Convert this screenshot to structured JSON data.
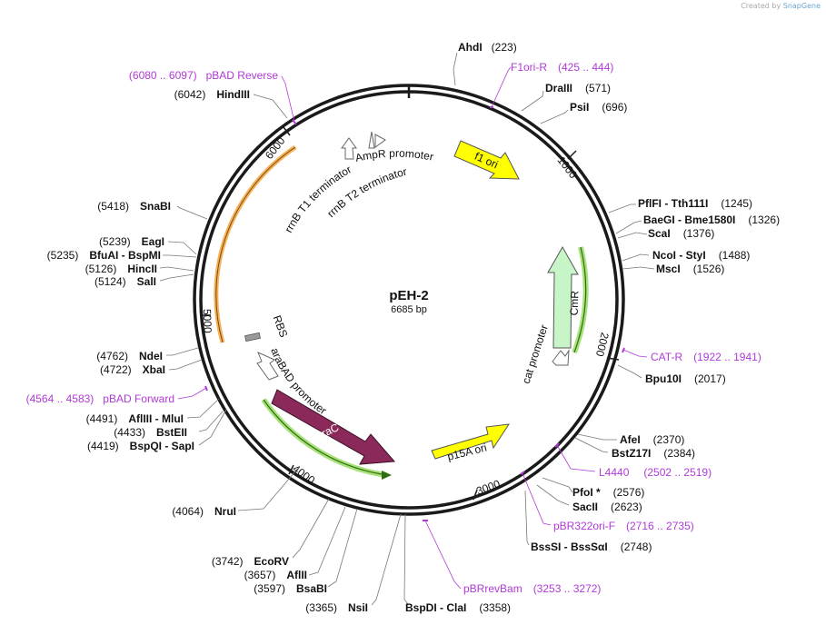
{
  "credit": {
    "prefix": "Created by",
    "brand": "SnapGene"
  },
  "plasmid": {
    "name": "pEH-2",
    "size": "6685 bp"
  },
  "ticks": [
    "1000",
    "2000",
    "3000",
    "4000",
    "5000",
    "6000"
  ],
  "sites": [
    {
      "id": "ahdi",
      "name": "AhdI",
      "pos": "(223)"
    },
    {
      "id": "draiii",
      "name": "DraIII",
      "pos": "(571)"
    },
    {
      "id": "psii",
      "name": "PsiI",
      "pos": "(696)"
    },
    {
      "id": "pflfi",
      "name": "PflFI - Tth111I",
      "pos": "(1245)"
    },
    {
      "id": "baegi",
      "name": "BaeGI - Bme1580I",
      "pos": "(1326)"
    },
    {
      "id": "scai",
      "name": "ScaI",
      "pos": "(1376)"
    },
    {
      "id": "ncoi",
      "name": "NcoI - StyI",
      "pos": "(1488)"
    },
    {
      "id": "msci",
      "name": "MscI",
      "pos": "(1526)"
    },
    {
      "id": "bpu10i",
      "name": "Bpu10I",
      "pos": "(2017)"
    },
    {
      "id": "afei",
      "name": "AfeI",
      "pos": "(2370)"
    },
    {
      "id": "bstz17i",
      "name": "BstZ17I",
      "pos": "(2384)"
    },
    {
      "id": "pfoi",
      "name": "PfoI *",
      "pos": "(2576)"
    },
    {
      "id": "sacii",
      "name": "SacII",
      "pos": "(2623)"
    },
    {
      "id": "bsssi",
      "name": "BssSI - BssSαI",
      "pos": "(2748)"
    },
    {
      "id": "bspdi",
      "name": "BspDI - ClaI",
      "pos": "(3358)"
    },
    {
      "id": "nsii",
      "name": "NsiI",
      "pos": "(3365)"
    },
    {
      "id": "bsabi",
      "name": "BsaBI",
      "pos": "(3597)"
    },
    {
      "id": "aflii",
      "name": "AflII",
      "pos": "(3657)"
    },
    {
      "id": "ecorv",
      "name": "EcoRV",
      "pos": "(3742)"
    },
    {
      "id": "nrui",
      "name": "NruI",
      "pos": "(4064)"
    },
    {
      "id": "bspqi",
      "name": "BspQI - SapI",
      "pos": "(4419)"
    },
    {
      "id": "bsteii",
      "name": "BstEII",
      "pos": "(4433)"
    },
    {
      "id": "afliii",
      "name": "AflIII - MluI",
      "pos": "(4491)"
    },
    {
      "id": "xbai",
      "name": "XbaI",
      "pos": "(4722)"
    },
    {
      "id": "ndei",
      "name": "NdeI",
      "pos": "(4762)"
    },
    {
      "id": "sali",
      "name": "SalI",
      "pos": "(5124)"
    },
    {
      "id": "hincii",
      "name": "HincII",
      "pos": "(5126)"
    },
    {
      "id": "bfuai",
      "name": "BfuAI - BspMI",
      "pos": "(5235)"
    },
    {
      "id": "eagi",
      "name": "EagI",
      "pos": "(5239)"
    },
    {
      "id": "snabi",
      "name": "SnaBI",
      "pos": "(5418)"
    },
    {
      "id": "hindiii",
      "name": "HindIII",
      "pos": "(6042)"
    }
  ],
  "primers": [
    {
      "id": "pbad-reverse",
      "name": "pBAD Reverse",
      "range": "(6080 .. 6097)"
    },
    {
      "id": "f1ori-r",
      "name": "F1ori-R",
      "range": "(425 .. 444)"
    },
    {
      "id": "cat-r",
      "name": "CAT-R",
      "range": "(1922 .. 1941)"
    },
    {
      "id": "l4440",
      "name": "L4440",
      "range": "(2502 .. 2519)"
    },
    {
      "id": "pbr322ori-f",
      "name": "pBR322ori-F",
      "range": "(2716 .. 2735)"
    },
    {
      "id": "pbrrevbam",
      "name": "pBRrevBam",
      "range": "(3253 .. 3272)"
    },
    {
      "id": "pbad-forward",
      "name": "pBAD Forward",
      "range": "(4564 .. 4583)"
    }
  ],
  "features": {
    "f1_ori": "f1 ori",
    "cmr": "CmR",
    "p15a_ori": "p15A ori",
    "arac": "araC",
    "arabad_promoter": "araBAD promoter",
    "rbs": "RBS",
    "cat_promoter": "cat promoter",
    "ampr_promoter": "AmpR promoter",
    "rrnb_t1": "rrnB T1 terminator",
    "rrnb_t2": "rrnB T2 terminator"
  },
  "colors": {
    "backbone": "#1a1a1a",
    "origin": "#ffff00",
    "marker": "#c8f5c8",
    "arac": "#8b2a5a",
    "orange_band": "#f3a33a",
    "green_band": "#4fa31a",
    "primer": "#b03ad6",
    "promoter": "#ffffff"
  }
}
